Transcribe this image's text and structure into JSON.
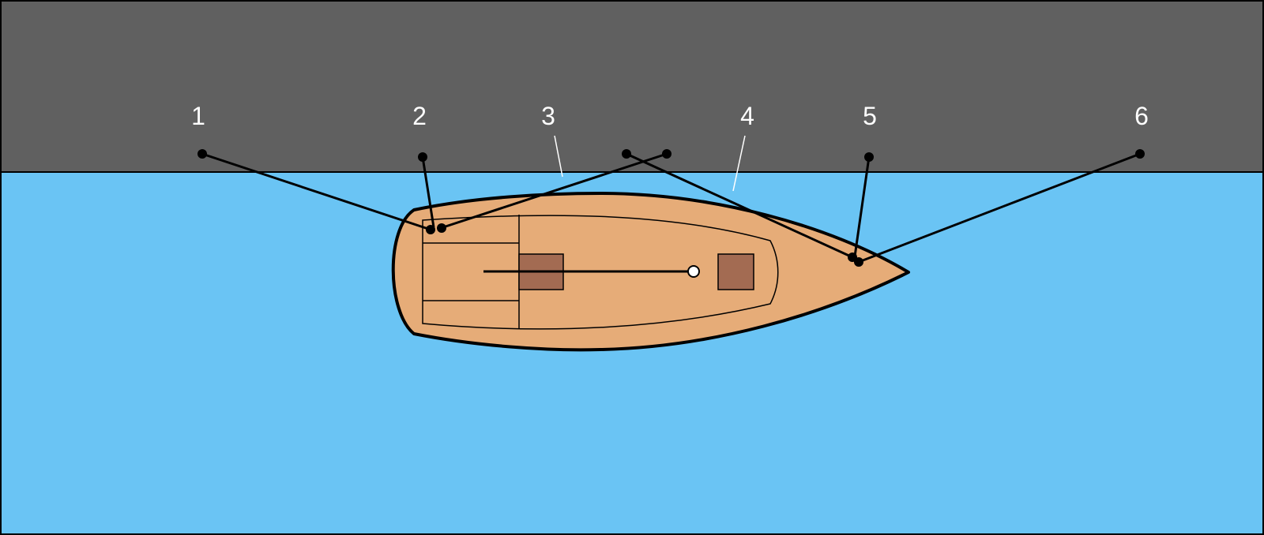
{
  "labels": [
    "1",
    "2",
    "3",
    "4",
    "5",
    "6"
  ],
  "colors": {
    "quay": "#606060",
    "water": "#6ac4f4",
    "hull": "#e6ac78",
    "hatch": "#a36b52",
    "line": "#000000",
    "label": "#ffffff"
  }
}
